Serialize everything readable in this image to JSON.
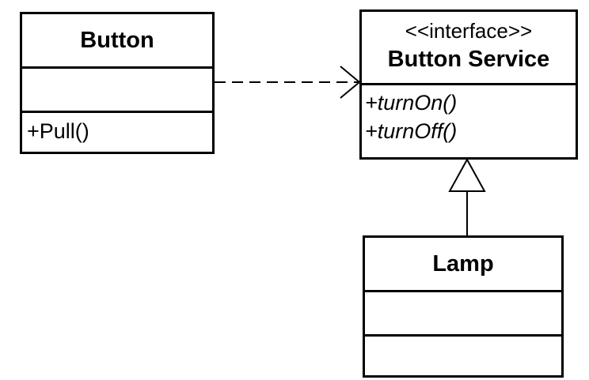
{
  "diagram": {
    "classes": {
      "button": {
        "name": "Button",
        "operations": [
          "+Pull()"
        ]
      },
      "button_service": {
        "stereotype": "<<interface>>",
        "name": "Button Service",
        "operations": [
          "+turnOn()",
          "+turnOff()"
        ]
      },
      "lamp": {
        "name": "Lamp"
      }
    },
    "relationships": [
      {
        "type": "dependency",
        "from": "Button",
        "to": "Button Service"
      },
      {
        "type": "realization",
        "from": "Lamp",
        "to": "Button Service"
      }
    ],
    "colors": {
      "line": "#000000",
      "background": "#ffffff"
    }
  }
}
